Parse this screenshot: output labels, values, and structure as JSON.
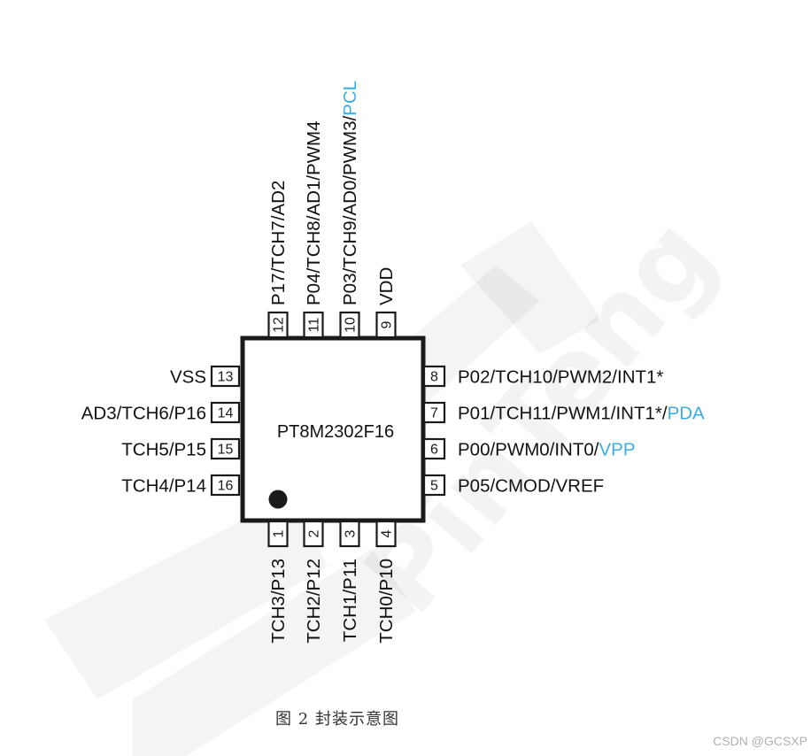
{
  "chip": {
    "name": "PT8M2302F16",
    "pins": [
      {
        "num": "1",
        "side": "bottom",
        "parts": [
          "TCH3/P13"
        ]
      },
      {
        "num": "2",
        "side": "bottom",
        "parts": [
          "TCH2/P12"
        ]
      },
      {
        "num": "3",
        "side": "bottom",
        "parts": [
          "TCH1/P11"
        ]
      },
      {
        "num": "4",
        "side": "bottom",
        "parts": [
          "TCH0/P10"
        ]
      },
      {
        "num": "5",
        "side": "right",
        "parts": [
          "P05/CMOD/VREF"
        ]
      },
      {
        "num": "6",
        "side": "right",
        "parts": [
          "P00/PWM0/INT0/",
          "VPP"
        ]
      },
      {
        "num": "7",
        "side": "right",
        "parts": [
          "P01/TCH11/PWM1/INT1*/",
          "PDA"
        ]
      },
      {
        "num": "8",
        "side": "right",
        "parts": [
          "P02/TCH10/PWM2/INT1*"
        ]
      },
      {
        "num": "9",
        "side": "top",
        "parts": [
          "VDD"
        ]
      },
      {
        "num": "10",
        "side": "top",
        "parts": [
          "P03/TCH9/AD0/PWM3/",
          "PCL"
        ]
      },
      {
        "num": "11",
        "side": "top",
        "parts": [
          "P04/TCH8/AD1/PWM4"
        ]
      },
      {
        "num": "12",
        "side": "top",
        "parts": [
          "P17/TCH7/AD2"
        ]
      },
      {
        "num": "13",
        "side": "left",
        "parts": [
          "VSS"
        ]
      },
      {
        "num": "14",
        "side": "left",
        "parts": [
          "AD3/TCH6/P16"
        ]
      },
      {
        "num": "15",
        "side": "left",
        "parts": [
          "TCH5/P15"
        ]
      },
      {
        "num": "16",
        "side": "left",
        "parts": [
          "TCH4/P14"
        ]
      }
    ]
  },
  "caption": "图 2 封装示意图",
  "credit": "CSDN @GCSXP",
  "watermark": "PinTeng",
  "colors": {
    "outline": "#1a1a1a",
    "highlight": "#3aaee0",
    "credit": "#b0b0b0"
  }
}
